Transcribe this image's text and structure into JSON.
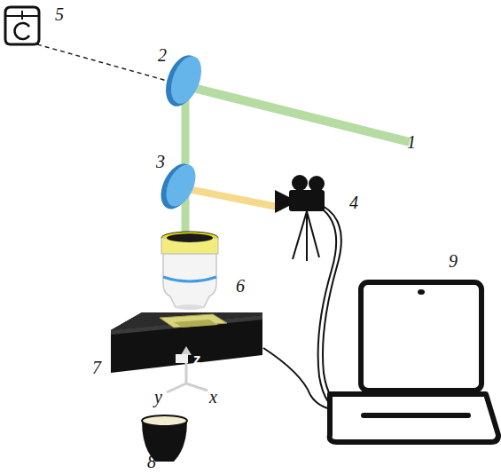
{
  "diagram": {
    "labels": [
      "5",
      "2",
      "1",
      "3",
      "4",
      "6",
      "9",
      "7",
      "z",
      "y",
      "x",
      "8"
    ]
  }
}
